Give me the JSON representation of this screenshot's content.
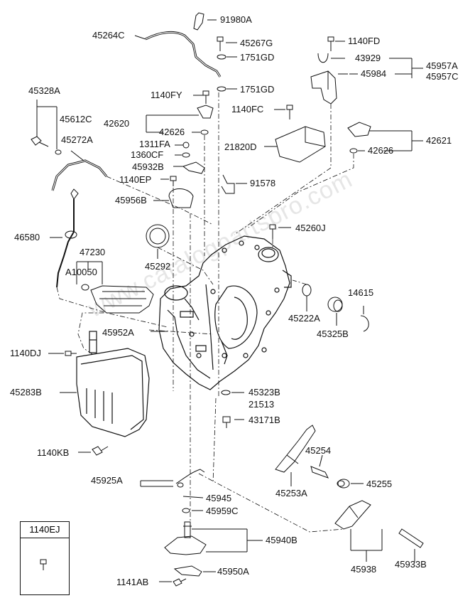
{
  "diagram": {
    "watermark": "www.catalogpartspro.com",
    "legend": {
      "header": "1140EJ"
    },
    "labels": {
      "p91980A": "91980A",
      "p45264C": "45264C",
      "p45267G": "45267G",
      "p1751GD_a": "1751GD",
      "p1140FD": "1140FD",
      "p43929": "43929",
      "p45957A": "45957A",
      "p45984": "45984",
      "p45957C": "45957C",
      "p45328A": "45328A",
      "p1140FY": "1140FY",
      "p1751GD_b": "1751GD",
      "p45612C": "45612C",
      "p42620": "42620",
      "p1140FC": "1140FC",
      "p42626_a": "42626",
      "p42621": "42621",
      "p45272A": "45272A",
      "p1311FA": "1311FA",
      "p21820D": "21820D",
      "p42626_b": "42626",
      "p1360CF": "1360CF",
      "p45932B": "45932B",
      "p1140EP": "1140EP",
      "p91578": "91578",
      "p45956B": "45956B",
      "p46580": "46580",
      "p45260J": "45260J",
      "p47230": "47230",
      "p45292": "45292",
      "pA10050": "A10050",
      "p14615": "14615",
      "p45222A": "45222A",
      "p45952A": "45952A",
      "p45325B": "45325B",
      "p1140DJ": "1140DJ",
      "p45283B": "45283B",
      "p45323B": "45323B",
      "p21513": "21513",
      "p43171B": "43171B",
      "p1140KB": "1140KB",
      "p45254": "45254",
      "p45925A": "45925A",
      "p45253A": "45253A",
      "p45255": "45255",
      "p45945": "45945",
      "p45959C": "45959C",
      "p45940B": "45940B",
      "p45938": "45938",
      "p45933B": "45933B",
      "p45950A": "45950A",
      "p1141AB": "1141AB"
    }
  }
}
